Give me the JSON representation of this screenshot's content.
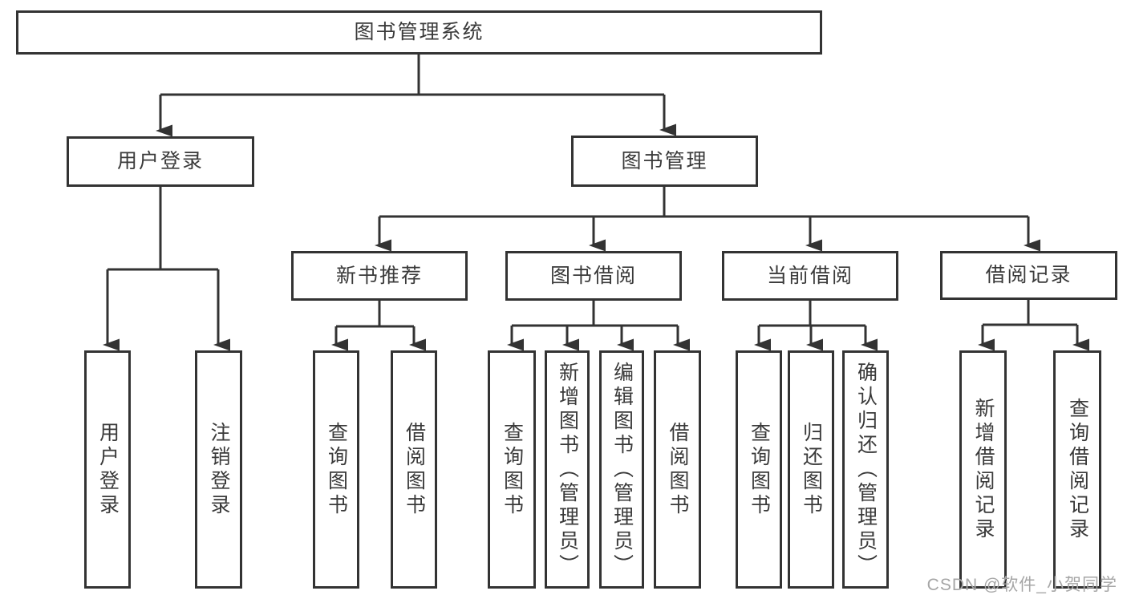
{
  "diagram": {
    "title_node": "图书管理系统",
    "level2": [
      {
        "label": "用户登录"
      },
      {
        "label": "图书管理"
      }
    ],
    "level3": [
      {
        "label": "新书推荐"
      },
      {
        "label": "图书借阅"
      },
      {
        "label": "当前借阅"
      },
      {
        "label": "借阅记录"
      }
    ],
    "leaves": [
      {
        "label": "用户登录"
      },
      {
        "label": "注销登录"
      },
      {
        "label": "查询图书"
      },
      {
        "label": "借阅图书"
      },
      {
        "label": "查询图书"
      },
      {
        "label": "新增图书（管理员）"
      },
      {
        "label": "编辑图书（管理员）"
      },
      {
        "label": "借阅图书"
      },
      {
        "label": "查询图书"
      },
      {
        "label": "归还图书"
      },
      {
        "label": "确认归还（管理员）"
      },
      {
        "label": "新增借阅记录"
      },
      {
        "label": "查询借阅记录"
      }
    ],
    "colors": {
      "ink": "#333333",
      "box_background": "#ffffff",
      "watermark_gray": "#a6a6a6"
    }
  },
  "watermark": "CSDN @软件_小贺同学"
}
